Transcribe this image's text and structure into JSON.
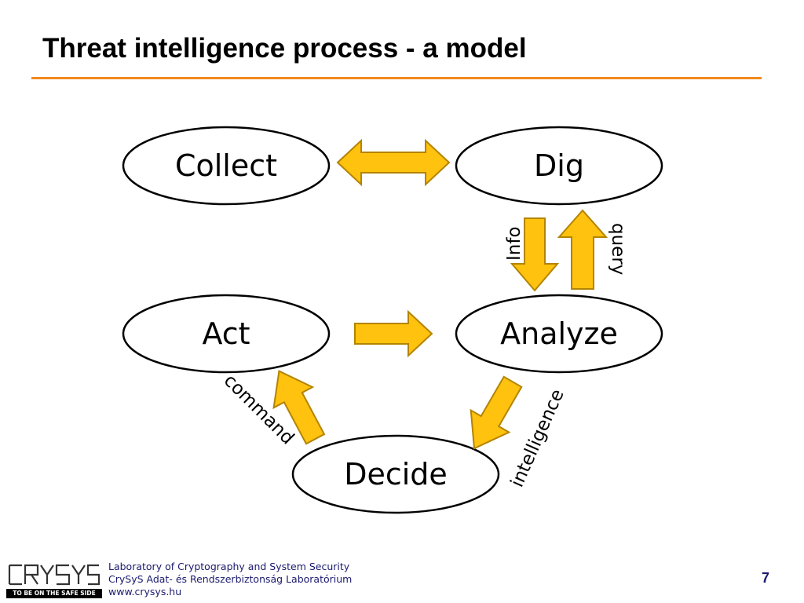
{
  "title": "Threat intelligence process - a model",
  "colors": {
    "accent_rule": "#f28a1e",
    "arrow_fill": "#ffc20e",
    "arrow_stroke": "#b38400",
    "footer_text": "#1a1a6e"
  },
  "nodes": {
    "collect": "Collect",
    "dig": "Dig",
    "act": "Act",
    "analyze": "Analyze",
    "decide": "Decide"
  },
  "edges": {
    "info": "Info",
    "query": "query",
    "command": "command",
    "intelligence": "intelligence"
  },
  "footer": {
    "logo_text": "CrySyS",
    "logo_tagline": "TO BE ON THE SAFE SIDE",
    "line1": "Laboratory of Cryptography and System Security",
    "line2": "CrySyS Adat- és Rendszerbiztonság Laboratórium",
    "line3": "www.crysys.hu"
  },
  "page_number": "7"
}
